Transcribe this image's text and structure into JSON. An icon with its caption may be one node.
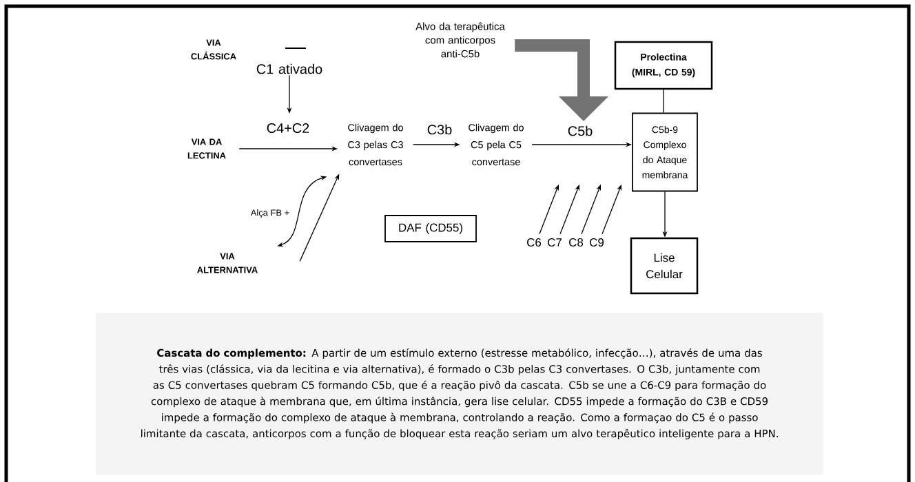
{
  "diagram": {
    "caption": "**Cascata do complemento:** A partir de um estímulo externo (estresse metabólico, infecção…), através de uma das três vias (clássica, via da lecitina e via alternativa), é formado o C3b pelas C3 convertases. O C3b, juntamente com as C5 convertases quebram C5 formando C5b, que é a reação pivô da cascata. C5b se une a C6-C9 para formação do complexo de ataque à membrana que, em última instância, gera lise celular. CD55 impede a formação do C3B e CD59 impede a formação do complexo de ataque à membrana, controlando a reação. Como a formaçao do C5 é o passo limitante da cascata, anticorpos com a função de bloquear esta reação seriam um alvo terapêutico inteligente para a HPN.",
    "nodes": [
      {
        "text": [
          "C1 ativado"
        ]
      },
      {
        "text": [
          "VIA DA LECTINA"
        ]
      },
      {
        "text": [
          "Clivagem do C3 pelas C3 convertases"
        ]
      },
      {
        "text": [
          "Clivagem do C5 pela C5 convertase"
        ]
      },
      {
        "text": [
          "VIA ALTERNATIVA"
        ]
      },
      {
        "text": [
          "DAF (CD55)"
        ]
      },
      {
        "text": [
          "Alvo da terapêutica com anticorpos anti-C5b"
        ]
      },
      {
        "text": [
          "Prolectina (MIRL, CD 59)"
        ]
      },
      {
        "text": [
          "C5b-9 Complexo do Ataque membrana"
        ]
      },
      {
        "text": [
          "Lise Celular"
        ]
      },
      {
        "text": [
          "C6"
        ]
      },
      {
        "text": [
          "C7"
        ]
      },
      {
        "text": [
          "C8"
        ]
      },
      {
        "text": [
          "C9"
        ]
      }
    ],
    "edges": [
      {
        "from": 0,
        "to": null,
        "arrow": "to"
      },
      {
        "from": 1,
        "to": 2,
        "arrow": "to",
        "label": "C4+C2"
      },
      {
        "from": 2,
        "to": 3,
        "arrow": "to",
        "label": "C3b"
      },
      {
        "from": 3,
        "to": 8,
        "arrow": "to",
        "label": "C5b"
      },
      {
        "from": 4,
        "to": 2,
        "arrow": "both",
        "label": "Alça FB +"
      },
      {
        "from": 4,
        "to": 2,
        "arrow": "to"
      },
      {
        "from": 6,
        "to": null,
        "arrow": "to",
        "style": "thick",
        "color": "#737373"
      },
      {
        "from": 7,
        "to": 8,
        "arrow": "none"
      },
      {
        "from": 8,
        "to": 9,
        "arrow": "to"
      },
      {
        "from": 10,
        "to": null,
        "arrow": "to"
      },
      {
        "from": 11,
        "to": null,
        "arrow": "to"
      },
      {
        "from": 12,
        "to": null,
        "arrow": "to"
      },
      {
        "from": 13,
        "to": null,
        "arrow": "to"
      }
    ],
    "labels": [
      "VIA CLÁSSICA"
    ]
  }
}
